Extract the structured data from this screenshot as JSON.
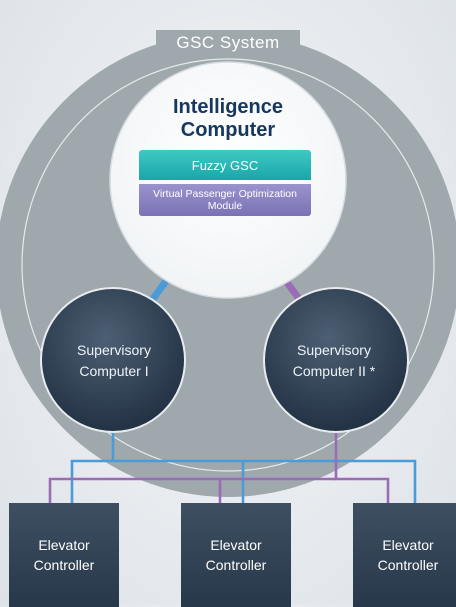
{
  "system": {
    "title": "GSC System"
  },
  "intelligence_computer": {
    "title_line1": "Intelligence",
    "title_line2": "Computer",
    "modules": [
      "Fuzzy GSC",
      "Virtual Passenger Optimization Module"
    ]
  },
  "supervisory_computers": [
    {
      "line1": "Supervisory",
      "line2": "Computer I"
    },
    {
      "line1": "Supervisory",
      "line2": "Computer II *"
    }
  ],
  "elevator_controllers": [
    {
      "line1": "Elevator",
      "line2": "Controller"
    },
    {
      "line1": "Elevator",
      "line2": "Controller"
    },
    {
      "line1": "Elevator",
      "line2": "Controller"
    }
  ],
  "colors": {
    "ring": "#9ea8ad",
    "node_dark": "#2a3b50",
    "title_navy": "#16375e",
    "fuzzy": "#1fb1b1",
    "vpom": "#857dbe",
    "link_blue": "#4b9bd8",
    "link_purple": "#9a6cb5"
  }
}
